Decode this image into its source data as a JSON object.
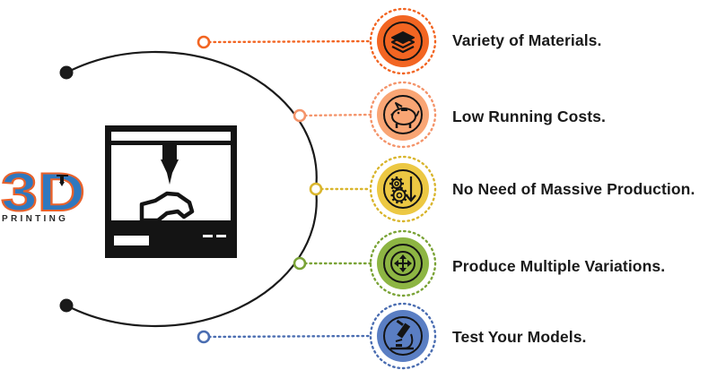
{
  "logo": {
    "main": "3D",
    "sub": "PRINTING"
  },
  "colors": {
    "line": "#1a1a1a",
    "logo_blue": "#2f78bf",
    "logo_orange": "#e8622c"
  },
  "features": [
    {
      "label": "Variety of Materials.",
      "icon": "layers-icon",
      "color": "#f26522",
      "ring": "#f26522"
    },
    {
      "label": "Low Running Costs.",
      "icon": "piggy-bank-icon",
      "color": "#f9a574",
      "ring": "#f4946a"
    },
    {
      "label": "No Need of Massive Production.",
      "icon": "gears-arrow-icon",
      "color": "#ecc843",
      "ring": "#d9b52c"
    },
    {
      "label": "Produce Multiple Variations.",
      "icon": "four-arrows-icon",
      "color": "#8db543",
      "ring": "#7aa336"
    },
    {
      "label": "Test Your Models.",
      "icon": "microscope-icon",
      "color": "#5a7ec3",
      "ring": "#4a6db1"
    }
  ]
}
